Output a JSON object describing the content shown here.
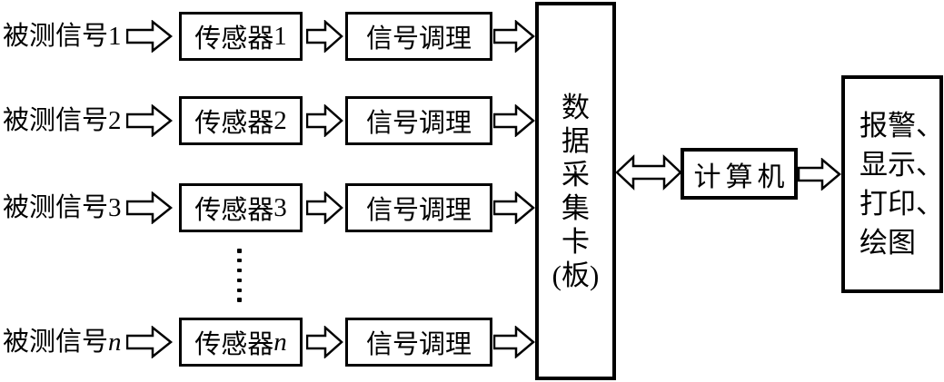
{
  "diagram": {
    "background_color": "#ffffff",
    "line_color": "#000000",
    "rows": [
      {
        "label_prefix": "被测信号",
        "label_suffix": "1",
        "sensor_prefix": "传感器",
        "sensor_suffix": "1",
        "conditioning_label": "信号调理"
      },
      {
        "label_prefix": "被测信号",
        "label_suffix": "2",
        "sensor_prefix": "传感器",
        "sensor_suffix": "2",
        "conditioning_label": "信号调理"
      },
      {
        "label_prefix": "被测信号",
        "label_suffix": "3",
        "sensor_prefix": "传感器",
        "sensor_suffix": "3",
        "conditioning_label": "信号调理"
      },
      {
        "label_prefix": "被测信号",
        "label_suffix": "n",
        "sensor_prefix": "传感器",
        "sensor_suffix": "n",
        "conditioning_label": "信号调理"
      }
    ],
    "daq_box": {
      "label": "数据采集卡(板)",
      "lines": [
        "数",
        "据",
        "采",
        "集",
        "卡",
        "(板)"
      ]
    },
    "computer_box": {
      "label": "计算机"
    },
    "output_box": {
      "label": "报警、显示、打印、绘图",
      "lines": [
        "报警、",
        "显示、",
        "打印、",
        "绘图"
      ]
    }
  }
}
